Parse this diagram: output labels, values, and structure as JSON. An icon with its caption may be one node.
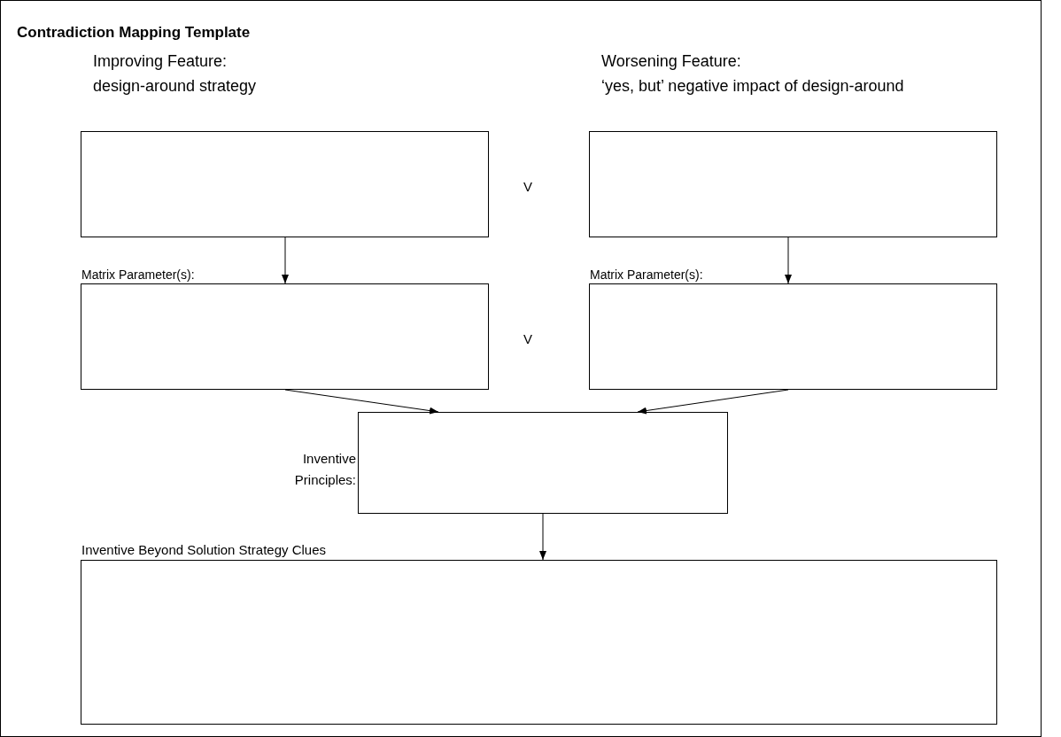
{
  "diagram": {
    "title": "Contradiction Mapping Template",
    "nodes": [
      {
        "text": [
          "Improving Feature:",
          "design-around strategy"
        ]
      },
      {
        "text": [
          "Worsening Feature:",
          "‘yes, but’ negative impact of design-around"
        ]
      },
      {
        "text": [
          "Matrix Parameter(s):"
        ]
      },
      {
        "text": [
          "Matrix Parameter(s):"
        ]
      },
      {
        "text": [
          "Inventive Principles:"
        ]
      },
      {
        "text": [
          "Inventive Beyond Solution Strategy Clues"
        ]
      }
    ],
    "edges": [
      {
        "from": 0,
        "to": 2,
        "arrow": "to"
      },
      {
        "from": 1,
        "to": 3,
        "arrow": "to"
      },
      {
        "from": 2,
        "to": 4,
        "arrow": "to"
      },
      {
        "from": 3,
        "to": 4,
        "arrow": "to"
      },
      {
        "from": 4,
        "to": 5,
        "arrow": "to"
      }
    ],
    "labels": [
      "V",
      "V"
    ]
  }
}
